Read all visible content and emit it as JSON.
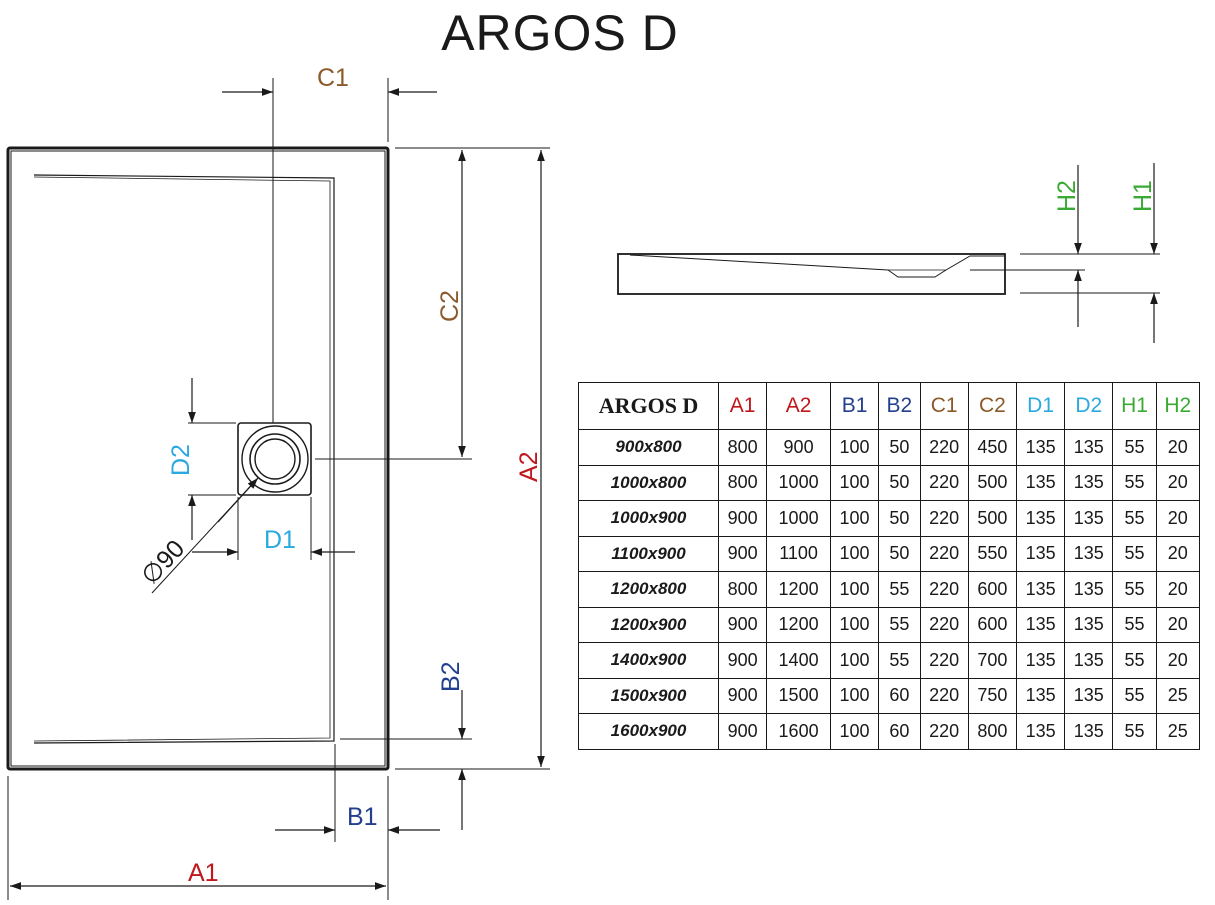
{
  "title": "ARGOS D",
  "colors": {
    "A": "#c0171c",
    "B": "#23408e",
    "C": "#8b5a2b",
    "D": "#2aa9df",
    "H": "#3aaa35",
    "line": "#1a1a1a"
  },
  "plan_labels": {
    "A1": "A1",
    "A2": "A2",
    "B1": "B1",
    "B2": "B2",
    "C1": "C1",
    "C2": "C2",
    "D1": "D1",
    "D2": "D2",
    "drain_diameter": "∅90"
  },
  "section_labels": {
    "H1": "H1",
    "H2": "H2"
  },
  "table": {
    "corner": "ARGOS D",
    "headers": [
      {
        "label": "A1",
        "color": "#c0171c"
      },
      {
        "label": "A2",
        "color": "#c0171c"
      },
      {
        "label": "B1",
        "color": "#23408e"
      },
      {
        "label": "B2",
        "color": "#23408e"
      },
      {
        "label": "C1",
        "color": "#8b5a2b"
      },
      {
        "label": "C2",
        "color": "#8b5a2b"
      },
      {
        "label": "D1",
        "color": "#2aa9df"
      },
      {
        "label": "D2",
        "color": "#2aa9df"
      },
      {
        "label": "H1",
        "color": "#3aaa35"
      },
      {
        "label": "H2",
        "color": "#3aaa35"
      }
    ],
    "rows": [
      {
        "model": "900x800",
        "values": [
          "800",
          "900",
          "100",
          "50",
          "220",
          "450",
          "135",
          "135",
          "55",
          "20"
        ]
      },
      {
        "model": "1000x800",
        "values": [
          "800",
          "1000",
          "100",
          "50",
          "220",
          "500",
          "135",
          "135",
          "55",
          "20"
        ]
      },
      {
        "model": "1000x900",
        "values": [
          "900",
          "1000",
          "100",
          "50",
          "220",
          "500",
          "135",
          "135",
          "55",
          "20"
        ]
      },
      {
        "model": "1100x900",
        "values": [
          "900",
          "1100",
          "100",
          "50",
          "220",
          "550",
          "135",
          "135",
          "55",
          "20"
        ]
      },
      {
        "model": "1200x800",
        "values": [
          "800",
          "1200",
          "100",
          "55",
          "220",
          "600",
          "135",
          "135",
          "55",
          "20"
        ]
      },
      {
        "model": "1200x900",
        "values": [
          "900",
          "1200",
          "100",
          "55",
          "220",
          "600",
          "135",
          "135",
          "55",
          "20"
        ]
      },
      {
        "model": "1400x900",
        "values": [
          "900",
          "1400",
          "100",
          "55",
          "220",
          "700",
          "135",
          "135",
          "55",
          "20"
        ]
      },
      {
        "model": "1500x900",
        "values": [
          "900",
          "1500",
          "100",
          "60",
          "220",
          "750",
          "135",
          "135",
          "55",
          "25"
        ]
      },
      {
        "model": "1600x900",
        "values": [
          "900",
          "1600",
          "100",
          "60",
          "220",
          "800",
          "135",
          "135",
          "55",
          "25"
        ]
      }
    ]
  }
}
